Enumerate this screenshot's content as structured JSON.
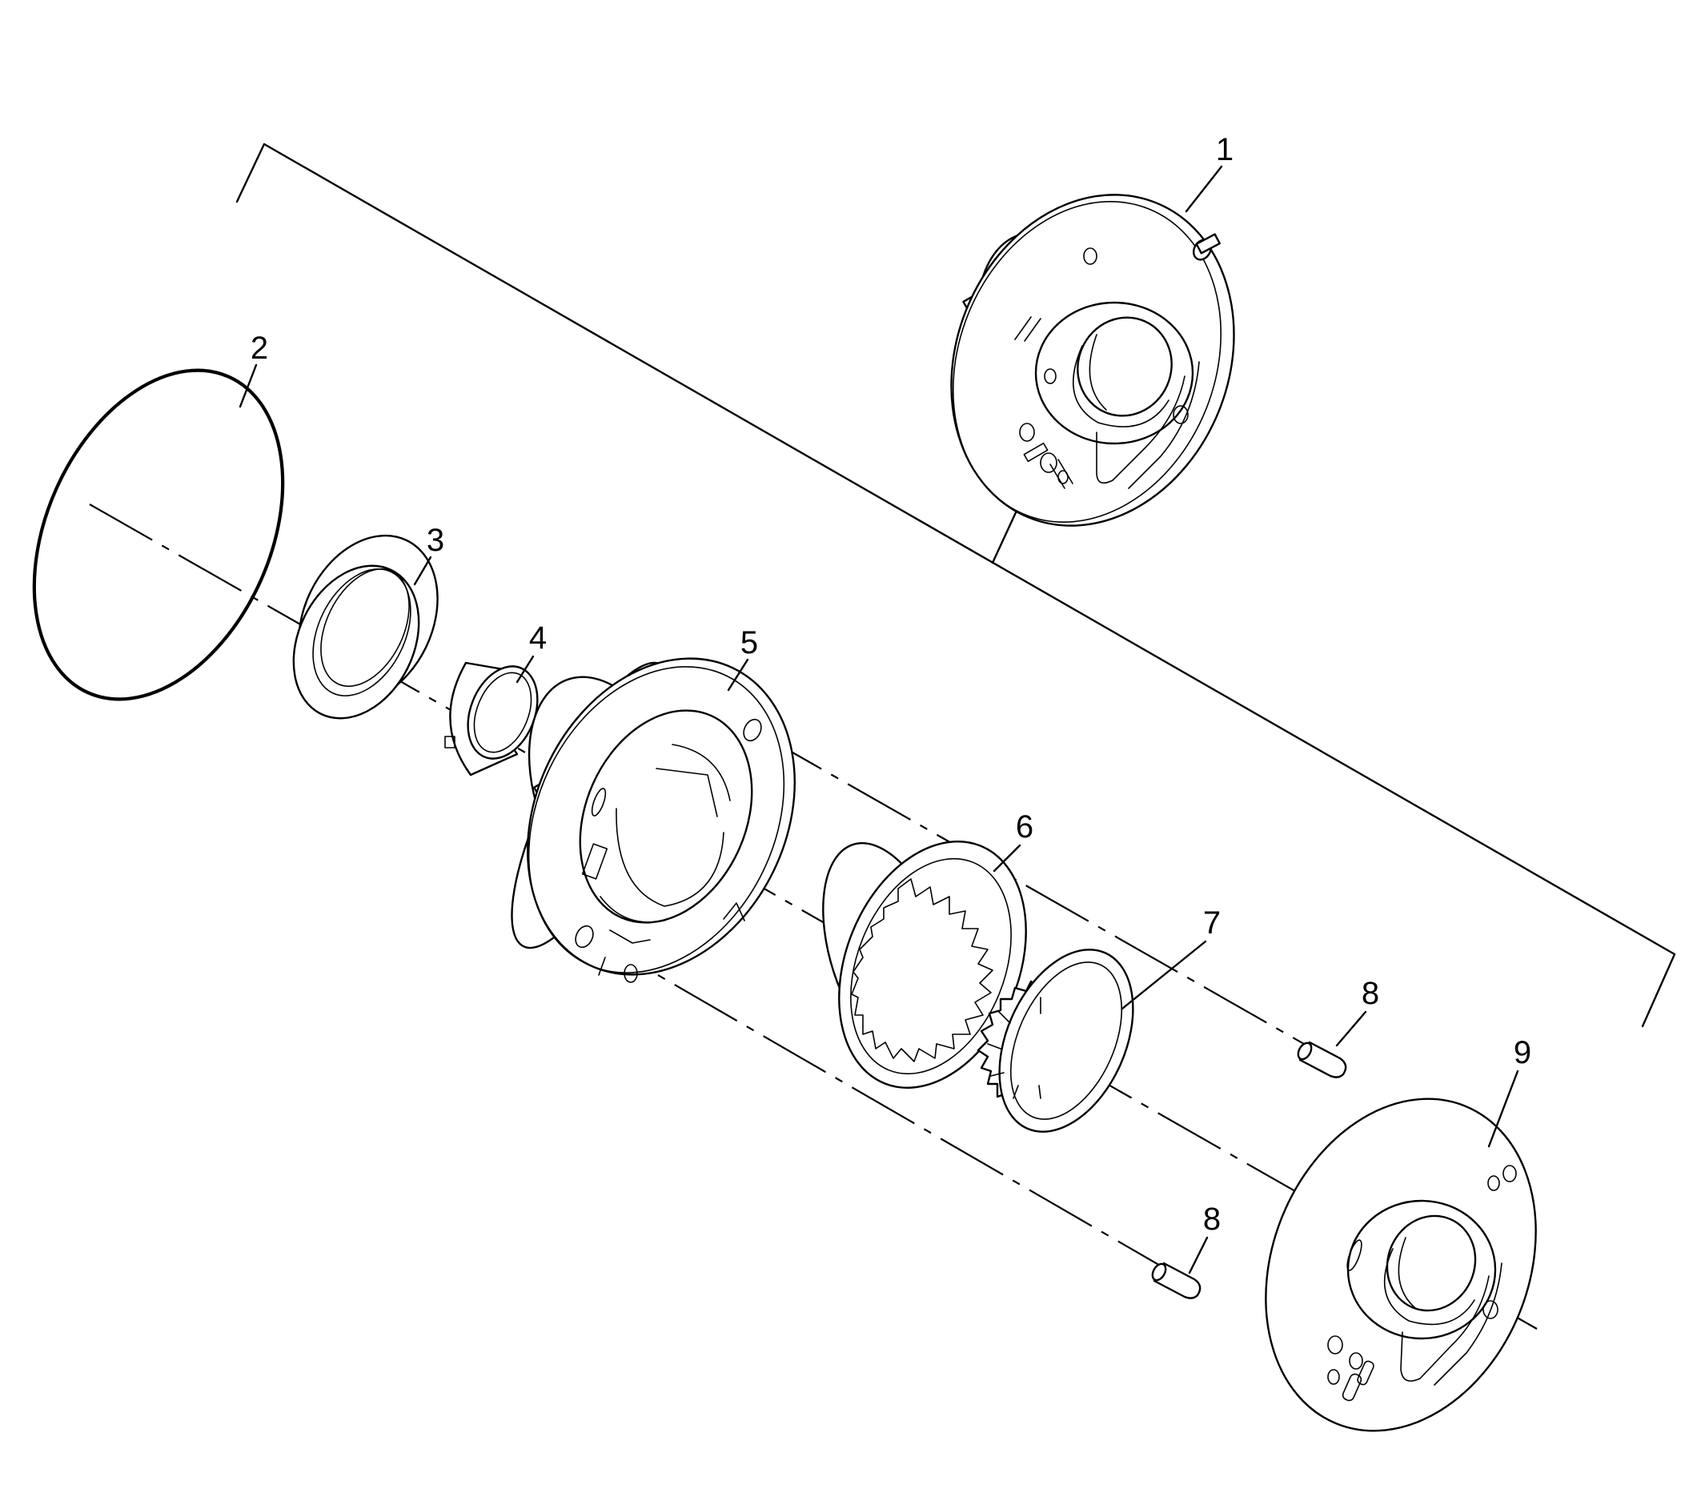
{
  "diagram": {
    "callouts": [
      {
        "id": "c1",
        "label": "1",
        "part": "pump-cover"
      },
      {
        "id": "c2",
        "label": "2",
        "part": "o-ring-seal"
      },
      {
        "id": "c3",
        "label": "3",
        "part": "oil-seal"
      },
      {
        "id": "c4",
        "label": "4",
        "part": "bushing"
      },
      {
        "id": "c5",
        "label": "5",
        "part": "pump-body"
      },
      {
        "id": "c6",
        "label": "6",
        "part": "driven-gear"
      },
      {
        "id": "c7",
        "label": "7",
        "part": "drive-gear"
      },
      {
        "id": "c8a",
        "label": "8",
        "part": "dowel-pin"
      },
      {
        "id": "c8b",
        "label": "8",
        "part": "dowel-pin"
      },
      {
        "id": "c9",
        "label": "9",
        "part": "pump-plate"
      }
    ],
    "colors": {
      "ink": "#000000",
      "paper": "#ffffff"
    }
  }
}
